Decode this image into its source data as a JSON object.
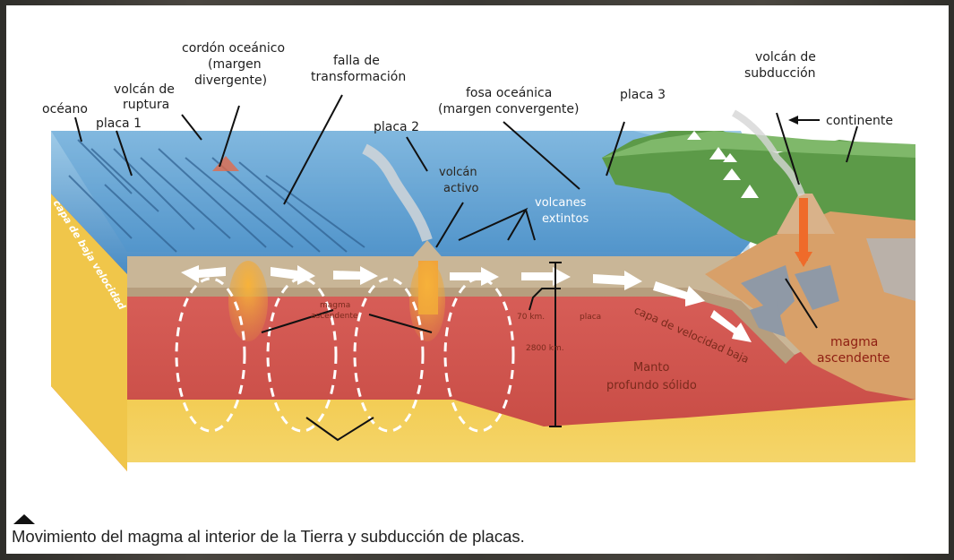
{
  "labels": {
    "oceano": "océano",
    "placa1": "placa 1",
    "volcan_ruptura_1": "volcán de",
    "volcan_ruptura_2": "ruptura",
    "cordon_1": "cordón oceánico",
    "cordon_2": "(margen",
    "cordon_3": "divergente)",
    "falla_1": "falla de",
    "falla_2": "transformación",
    "placa2": "placa 2",
    "fosa_1": "fosa oceánica",
    "fosa_2": "(margen convergente)",
    "placa3": "placa 3",
    "subduccion_1": "volcán de",
    "subduccion_2": "subducción",
    "continente": "continente",
    "volcan_activo_1": "volcán",
    "volcan_activo_2": "activo",
    "volcanes_extintos_1": "volcanes",
    "volcanes_extintos_2": "extintos",
    "capa_baja_velocidad": "capa de baja velocidad",
    "magma_asc_small_1": "magma",
    "magma_asc_small_2": "ascendente",
    "km70": "70 km.",
    "placa_small": "placa",
    "km2800": "2800 km.",
    "capa_velocidad_baja": "capa de velocidad baja",
    "manto_1": "Manto",
    "manto_2": "profundo sólido",
    "magma_asc_1": "magma",
    "magma_asc_2": "ascendente"
  },
  "caption": "Movimiento del magma al interior de la Tierra y subducción de placas."
}
